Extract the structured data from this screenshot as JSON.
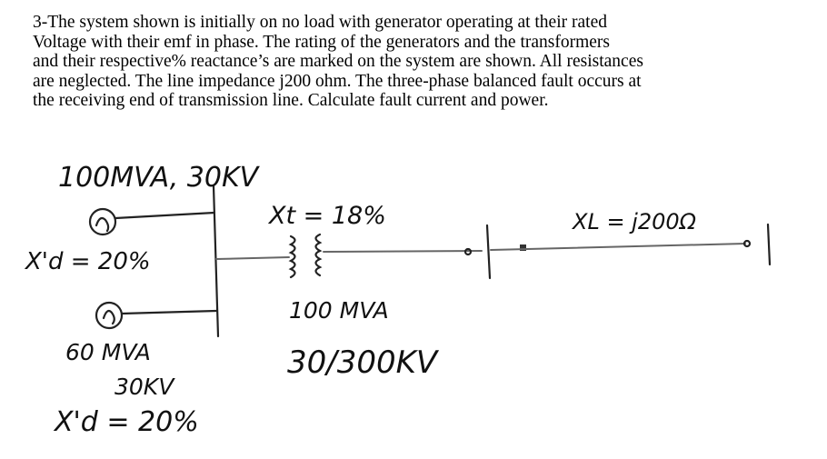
{
  "problem": {
    "lines": [
      "3-The system shown is initially on no load with generator operating at their rated",
      "Voltage with their emf in phase. The rating of the generators and the transformers",
      "and their respective% reactance’s are marked on the system are shown. All resistances",
      " are neglected. The line impedance j200 ohm. The three-phase balanced fault occurs at",
      "the receiving end of transmission line. Calculate fault current and power."
    ]
  },
  "diagram": {
    "gen1_rating": "100MVA, 30KV",
    "gen1_reactance": "X'd = 20%",
    "gen2_rating": "60 MVA",
    "gen2_voltage": "30KV",
    "gen2_reactance": "X'd = 20%",
    "transformer_reactance": "Xt = 18%",
    "transformer_rating": "100 MVA",
    "transformer_voltage": "30/300KV",
    "line_reactance": "XL = j200Ω"
  }
}
